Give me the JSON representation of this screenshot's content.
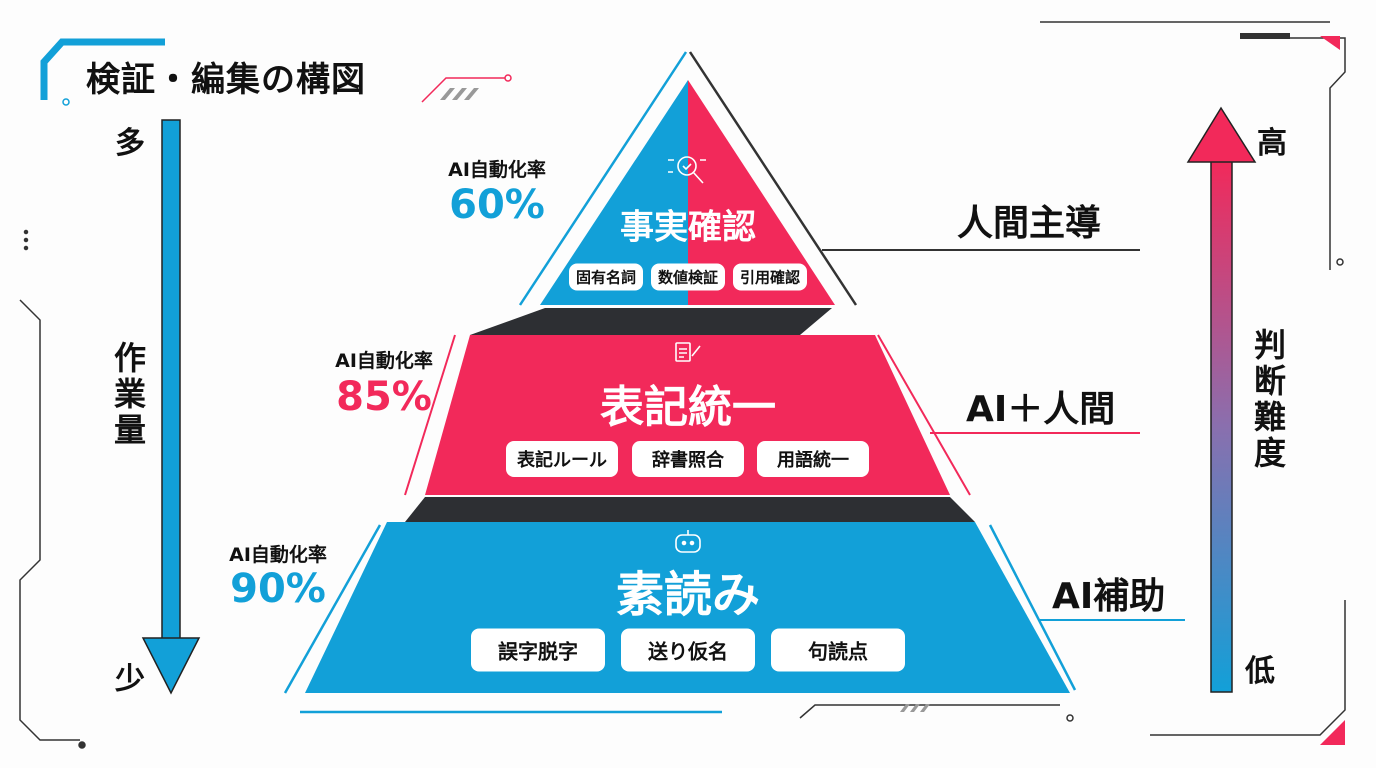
{
  "title": "検証・編集の構図",
  "left_axis": {
    "label": "作業量",
    "top": "多",
    "bottom": "少"
  },
  "right_axis": {
    "label": "判断難度",
    "top": "高",
    "bottom": "低"
  },
  "tiers": [
    {
      "name": "事実確認",
      "icon": "magnifier-check-icon",
      "rate_label": "AI自動化率",
      "rate": "60%",
      "role": "人間主導",
      "tags": [
        "固有名詞",
        "数値検証",
        "引用確認"
      ]
    },
    {
      "name": "表記統一",
      "icon": "document-pen-icon",
      "rate_label": "AI自動化率",
      "rate": "85%",
      "role": "AI＋人間",
      "tags": [
        "表記ルール",
        "辞書照合",
        "用語統一"
      ]
    },
    {
      "name": "素読み",
      "icon": "robot-icon",
      "rate_label": "AI自動化率",
      "rate": "90%",
      "role": "AI補助",
      "tags": [
        "誤字脱字",
        "送り仮名",
        "句読点"
      ]
    }
  ],
  "colors": {
    "blue": "#12a0d8",
    "red": "#f2295a",
    "dark": "#2d2f33"
  }
}
